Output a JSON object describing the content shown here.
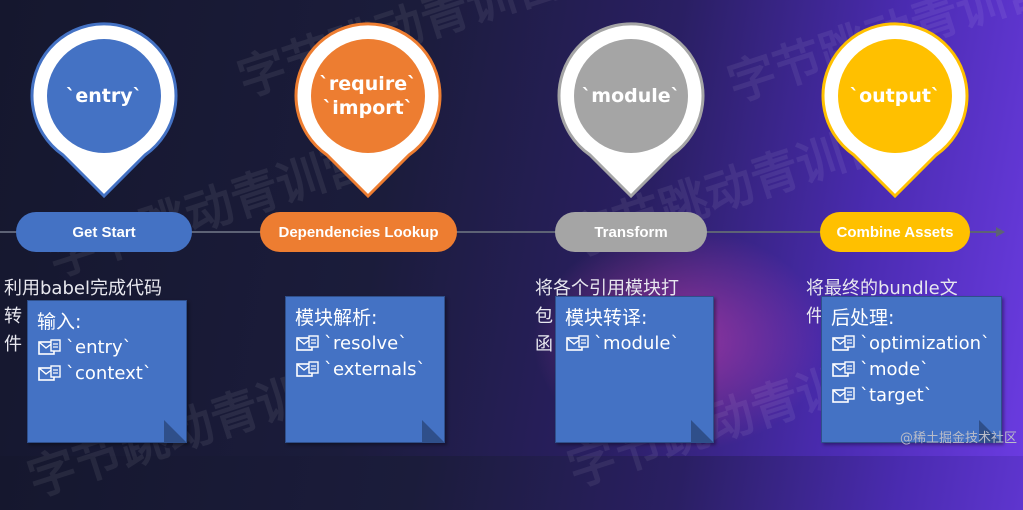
{
  "watermark": "字节跳动青训营",
  "colors": {
    "blue": "#4472c4",
    "orange": "#ed7d31",
    "gray": "#a5a5a5",
    "yellow": "#ffc000"
  },
  "stages": [
    {
      "pin": "`entry`",
      "pill": "Get Start",
      "color": "#4472c4",
      "desc": "利用babel完成代码\n转\n件",
      "note_title": "输入:",
      "note_items": [
        "`entry`",
        "`context`"
      ]
    },
    {
      "pin": "`require`\n`import`",
      "pill": "Dependencies Lookup",
      "color": "#ed7d31",
      "desc": "",
      "note_title": "模块解析:",
      "note_items": [
        "`resolve`",
        "`externals`"
      ]
    },
    {
      "pin": "`module`",
      "pill": "Transform",
      "color": "#a5a5a5",
      "desc": "将各个引用模块打\n包\n函",
      "note_title": "模块转译:",
      "note_items": [
        "`module`"
      ]
    },
    {
      "pin": "`output`",
      "pill": "Combine Assets",
      "color": "#ffc000",
      "desc": "将最终的bundle文\n件",
      "note_title": "后处理:",
      "note_items": [
        "`optimization`",
        "`mode`",
        "`target`"
      ]
    }
  ],
  "credit": "@稀土掘金技术社区"
}
